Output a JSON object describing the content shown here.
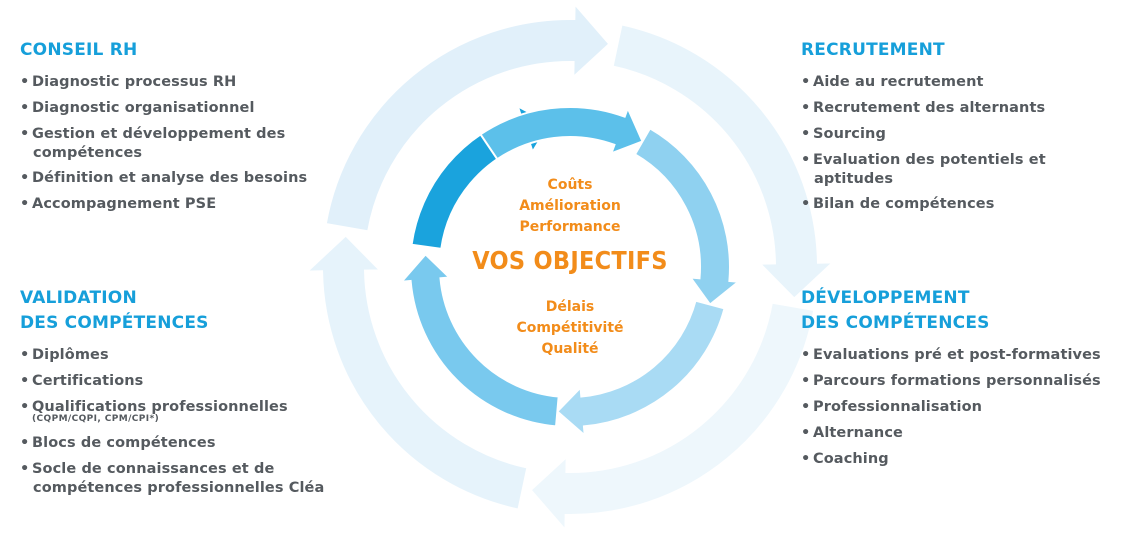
{
  "center": {
    "title": "VOS OBJECTIFS",
    "top_lines": [
      "Coûts",
      "Amélioration",
      "Performance"
    ],
    "bottom_lines": [
      "Délais",
      "Compétitivité",
      "Qualité"
    ]
  },
  "panels": {
    "conseil": {
      "title": "CONSEIL RH",
      "items": [
        "Diagnostic processus RH",
        "Diagnostic organisationnel",
        "Gestion et développement des",
        "compétences",
        "Définition et analyse des besoins",
        "Accompagnement PSE"
      ]
    },
    "recrutement": {
      "title": "RECRUTEMENT",
      "items": [
        "Aide au recrutement",
        "Recrutement des alternants",
        "Sourcing",
        "Evaluation des potentiels et",
        "aptitudes",
        "Bilan de compétences"
      ]
    },
    "validation": {
      "title_line1": "VALIDATION",
      "title_line2": "DES COMPÉTENCES",
      "items": [
        "Diplômes",
        "Certifications",
        "Qualifications professionnelles",
        "(CQPM/CQPI, CPM/CPI*)",
        "Blocs de compétences",
        "Socle de connaissances et de",
        "compétences professionnelles Cléa"
      ]
    },
    "developpement": {
      "title_line1": "DÉVELOPPEMENT",
      "title_line2": "DES COMPÉTENCES",
      "items": [
        "Evaluations pré et post-formatives",
        "Parcours formations personnalisés",
        "Professionnalisation",
        "Alternance",
        "Coaching"
      ]
    }
  },
  "colors": {
    "heading_blue": "#169fda",
    "text_gray": "#555a5f",
    "accent_orange": "#f28c1a",
    "outer_ring": "#e3f2fb",
    "inner_ring_dark": "#1aa3dd",
    "inner_ring_mid": "#5cc0ea",
    "inner_ring_light": "#a9dbf4"
  }
}
